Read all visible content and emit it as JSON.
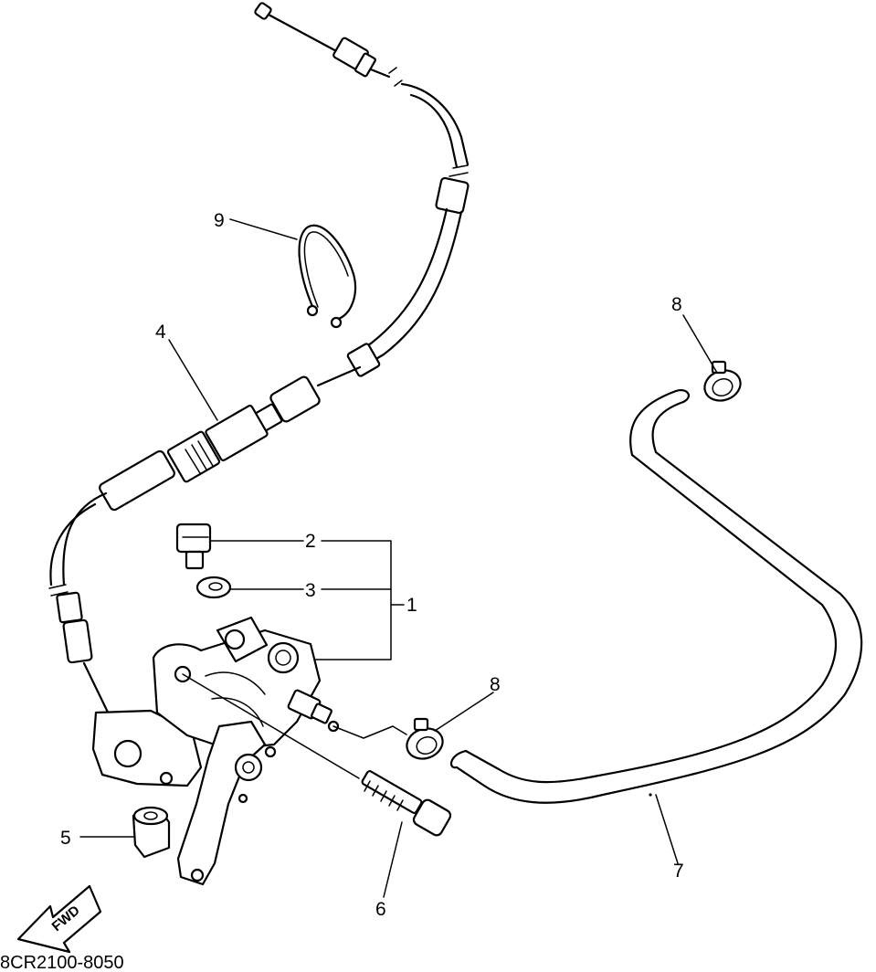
{
  "diagram": {
    "catalog_code": "8CR2100-8050",
    "direction_arrow_text": "FWD",
    "callouts": [
      {
        "id": "c1",
        "label": "1"
      },
      {
        "id": "c2",
        "label": "2"
      },
      {
        "id": "c3",
        "label": "3"
      },
      {
        "id": "c4",
        "label": "4"
      },
      {
        "id": "c5",
        "label": "5"
      },
      {
        "id": "c6",
        "label": "6"
      },
      {
        "id": "c7",
        "label": "7"
      },
      {
        "id": "c8a",
        "label": "8"
      },
      {
        "id": "c8b",
        "label": "8"
      },
      {
        "id": "c9",
        "label": "9"
      }
    ]
  }
}
